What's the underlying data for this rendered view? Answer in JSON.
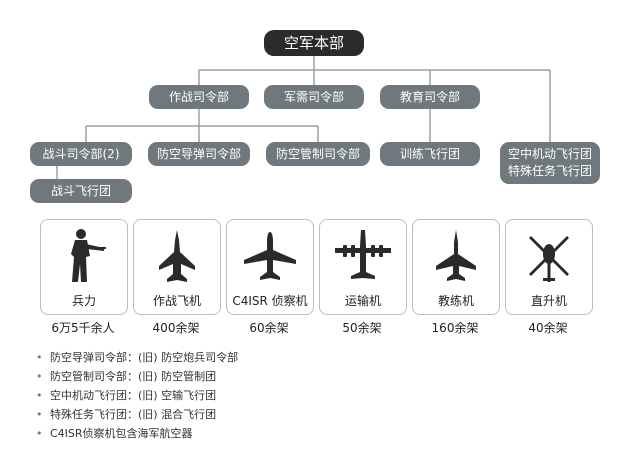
{
  "org": {
    "root": "空军本部",
    "level1": [
      "作战司令部",
      "军需司令部",
      "教育司令部"
    ],
    "level2": [
      "战斗司令部(2)",
      "防空导弹司令部",
      "防空管制司令部",
      "训练飞行团"
    ],
    "combat_wing": "战斗飞行团",
    "air_mobility": [
      "空中机动飞行团",
      "特殊任务飞行团"
    ]
  },
  "assets": [
    {
      "label": "兵力",
      "qty": "6万5千余人",
      "icon": "soldier-icon"
    },
    {
      "label": "作战飞机",
      "qty": "400余架",
      "icon": "fighter-jet-icon"
    },
    {
      "label": "C4ISR 侦察机",
      "qty": "60余架",
      "icon": "recon-plane-icon"
    },
    {
      "label": "运输机",
      "qty": "50余架",
      "icon": "transport-plane-icon"
    },
    {
      "label": "教练机",
      "qty": "160余架",
      "icon": "trainer-jet-icon"
    },
    {
      "label": "直升机",
      "qty": "40余架",
      "icon": "helicopter-icon"
    }
  ],
  "notes": [
    "防空导弹司令部：(旧) 防空炮兵司令部",
    "防空管制司令部：(旧) 防空管制团",
    "空中机动飞行团：(旧) 空输飞行团",
    "特殊任务飞行团：(旧) 混合飞行团",
    "C4ISR侦察机包含海军航空器"
  ],
  "colors": {
    "node": "#6f787d",
    "root": "#2b2b2b",
    "line": "#9aa0a4",
    "icon": "#2a2a2a"
  }
}
